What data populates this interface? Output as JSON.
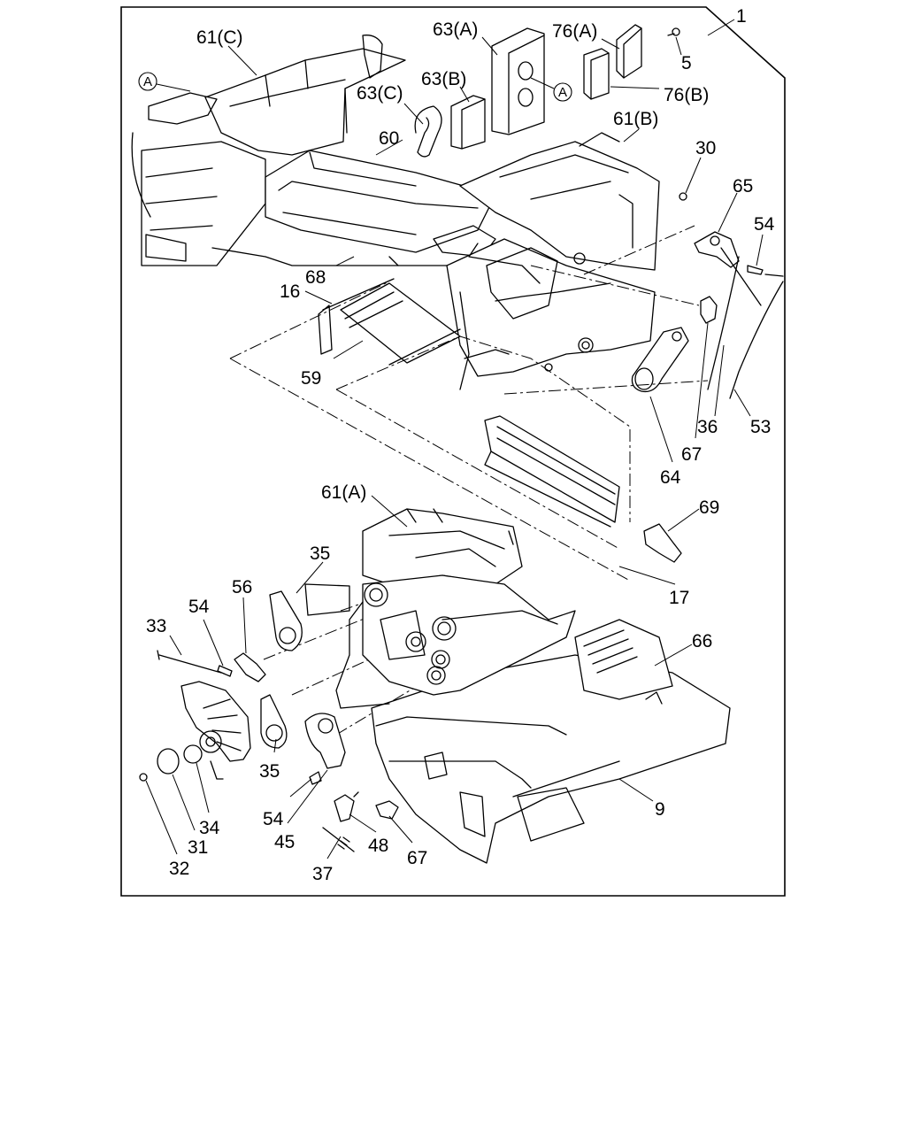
{
  "diagram": {
    "reference_marker": "A",
    "callouts": [
      {
        "id": "61C",
        "text": "61(C)"
      },
      {
        "id": "63A",
        "text": "63(A)"
      },
      {
        "id": "76A",
        "text": "76(A)"
      },
      {
        "id": "1",
        "text": "1"
      },
      {
        "id": "5",
        "text": "5"
      },
      {
        "id": "63B",
        "text": "63(B)"
      },
      {
        "id": "63C",
        "text": "63(C)"
      },
      {
        "id": "76B",
        "text": "76(B)"
      },
      {
        "id": "61B",
        "text": "61(B)"
      },
      {
        "id": "60",
        "text": "60"
      },
      {
        "id": "30",
        "text": "30"
      },
      {
        "id": "65",
        "text": "65"
      },
      {
        "id": "54a",
        "text": "54"
      },
      {
        "id": "68",
        "text": "68"
      },
      {
        "id": "16",
        "text": "16"
      },
      {
        "id": "59",
        "text": "59"
      },
      {
        "id": "36",
        "text": "36"
      },
      {
        "id": "53",
        "text": "53"
      },
      {
        "id": "67a",
        "text": "67"
      },
      {
        "id": "64",
        "text": "64"
      },
      {
        "id": "61A",
        "text": "61(A)"
      },
      {
        "id": "69",
        "text": "69"
      },
      {
        "id": "35a",
        "text": "35"
      },
      {
        "id": "17",
        "text": "17"
      },
      {
        "id": "56",
        "text": "56"
      },
      {
        "id": "54b",
        "text": "54"
      },
      {
        "id": "33",
        "text": "33"
      },
      {
        "id": "66",
        "text": "66"
      },
      {
        "id": "35b",
        "text": "35"
      },
      {
        "id": "54c",
        "text": "54"
      },
      {
        "id": "34",
        "text": "34"
      },
      {
        "id": "45",
        "text": "45"
      },
      {
        "id": "48",
        "text": "48"
      },
      {
        "id": "67b",
        "text": "67"
      },
      {
        "id": "9",
        "text": "9"
      },
      {
        "id": "31",
        "text": "31"
      },
      {
        "id": "32",
        "text": "32"
      },
      {
        "id": "37",
        "text": "37"
      }
    ]
  }
}
